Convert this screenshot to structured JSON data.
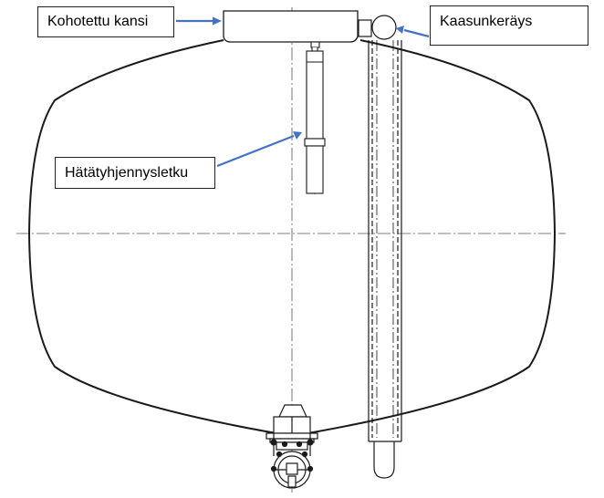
{
  "labels": {
    "raised_lid": "Kohotettu kansi",
    "gas_collection": "Kaasunkeräys",
    "emergency_drain_hose": "Hätätyhjennysletku"
  },
  "colors": {
    "line": "#1a1a1a",
    "arrow": "#4472c4",
    "centerline": "#555555"
  }
}
